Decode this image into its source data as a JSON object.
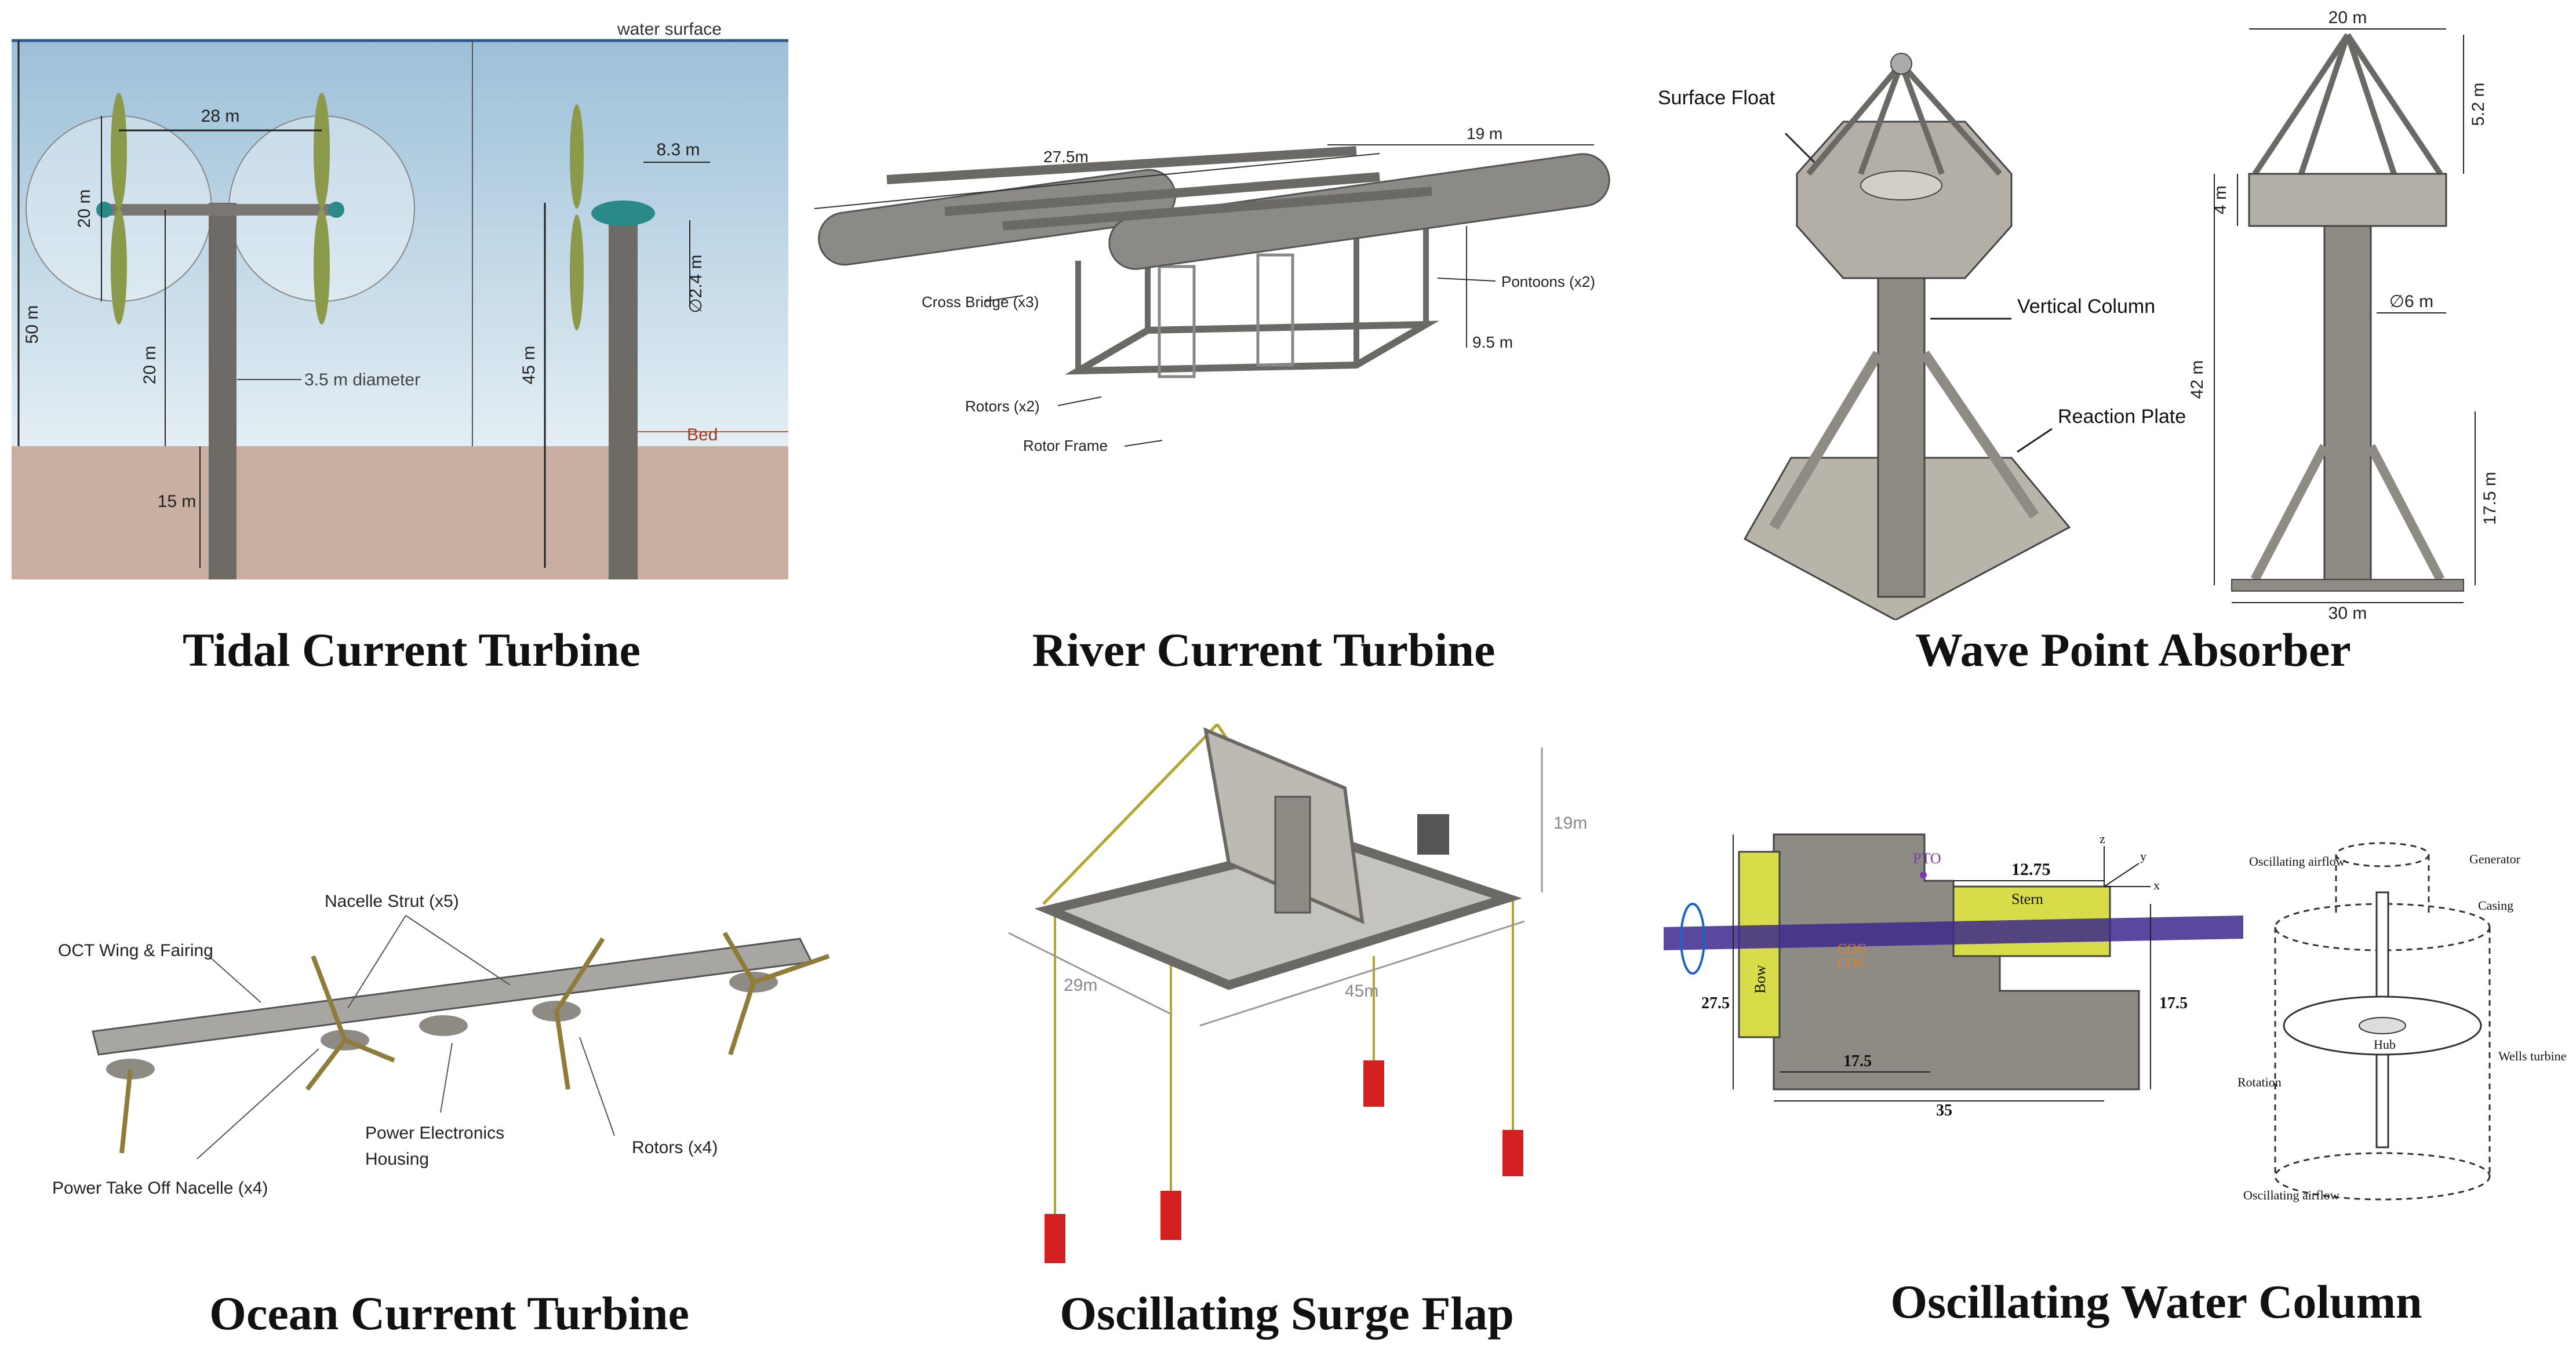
{
  "captions": {
    "tidal": "Tidal Current Turbine",
    "river": "River Current Turbine",
    "wave": "Wave Point Absorber",
    "ocean": "Ocean Current Turbine",
    "flap": "Oscillating Surge Flap",
    "owc": "Oscillating Water Column"
  },
  "tidal": {
    "water_surface": "water surface",
    "bed": "Bed",
    "dim_28m": "28 m",
    "dim_8_3m": "8.3 m",
    "dim_20m_rotor": "20 m",
    "dim_50m": "50 m",
    "dim_20m_tower": "20 m",
    "dim_15m": "15 m",
    "dim_45m": "45 m",
    "dim_2_4m": "∅2.4 m",
    "diameter": "3.5 m diameter"
  },
  "river": {
    "dim_27_5m": "27.5m",
    "dim_19m": "19 m",
    "dim_9_5m": "9.5 m",
    "cross_bridge": "Cross Bridge (x3)",
    "pontoons": "Pontoons (x2)",
    "rotors": "Rotors (x2)",
    "rotor_frame": "Rotor Frame"
  },
  "wave": {
    "surface_float": "Surface Float",
    "vertical_column": "Vertical Column",
    "reaction_plate": "Reaction Plate",
    "dim_20m": "20 m",
    "dim_5_2m": "5.2 m",
    "dim_4m": "4 m",
    "dim_42m": "42 m",
    "dim_6m": "∅6 m",
    "dim_17_5m": "17.5 m",
    "dim_30m": "30 m"
  },
  "ocean": {
    "nacelle_strut": "Nacelle Strut (x5)",
    "wing_fairing": "OCT Wing & Fairing",
    "power_electronics": "Power Electronics",
    "housing": "Housing",
    "rotors": "Rotors (x4)",
    "pto_nacelle": "Power Take Off Nacelle (x4)"
  },
  "flap": {
    "dim_19m": "19m",
    "dim_29m": "29m",
    "dim_45m": "45m"
  },
  "owc": {
    "pto": "PTO",
    "dim_12_75": "12.75",
    "stern": "Stern",
    "bow": "Bow",
    "cog1": "COG",
    "cog2": "COG",
    "dim_27_5": "27.5",
    "dim_17_5_side": "17.5",
    "dim_17_5_bottom": "17.5",
    "dim_35": "35",
    "axis_z": "z",
    "axis_y": "y",
    "axis_x": "x",
    "oscillating_airflow_top": "Oscillating airflow",
    "generator": "Generator",
    "casing": "Casing",
    "hub": "Hub",
    "wells_turbine": "Wells turbine",
    "rotation": "Rotation",
    "oscillating_airflow_bottom": "Oscillating airflow"
  },
  "colors": {
    "water": "#b9d3e3",
    "seabed": "#c9aea2",
    "structure_grey": "#a9a6a0",
    "owc_yellow": "#d8dc48",
    "flap_red": "#d42020"
  }
}
